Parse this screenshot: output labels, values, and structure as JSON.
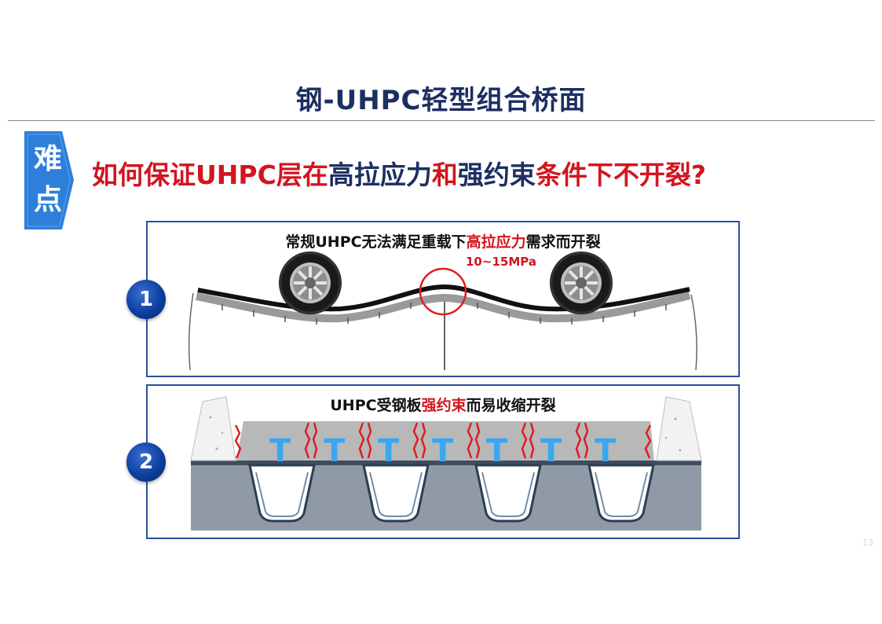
{
  "title": "钢-UHPC轻型组合桥面",
  "tag": "难点",
  "question": {
    "parts": [
      "如何保证",
      "UHPC层在",
      "高拉应力",
      "和",
      "强约束",
      "条件下不开裂?"
    ]
  },
  "panel1": {
    "number": "1",
    "caption_pre": "常规UHPC无法满足重载下",
    "caption_red": "高拉应力",
    "caption_post": "需求而开裂",
    "stress_label": "10~15MPa"
  },
  "panel2": {
    "number": "2",
    "caption_pre": "UHPC受钢板",
    "caption_red": "强约束",
    "caption_post": "而易收缩开裂"
  },
  "page_number": "13",
  "colors": {
    "title_navy": "#1c2f63",
    "accent_red": "#d2151f",
    "tag_blue": "#2e7fd9",
    "panel_border": "#2d4f9e"
  },
  "icons": [
    "tire-icon",
    "stress-circle-icon",
    "rib-icon",
    "crack-icon"
  ]
}
